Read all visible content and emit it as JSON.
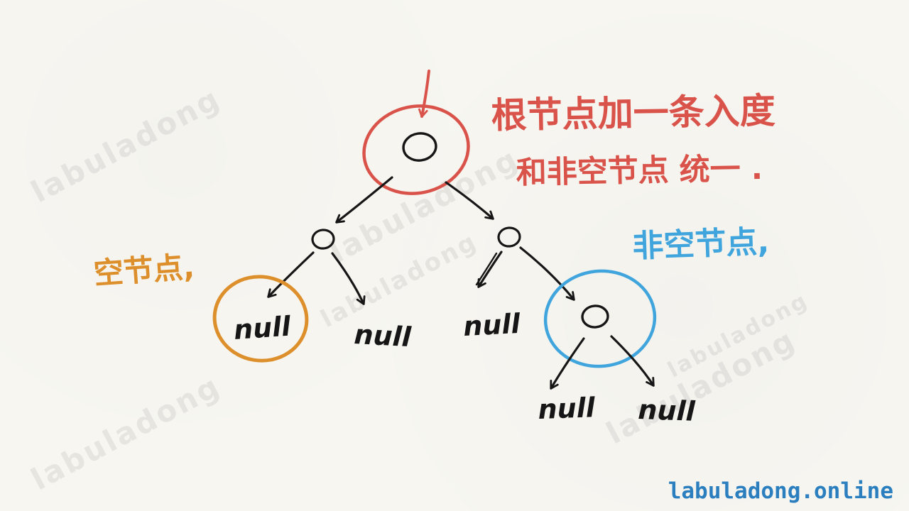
{
  "page": {
    "background": "#f7f6f1"
  },
  "diagram": {
    "annotations": {
      "root_line1": "根节点加一条入度",
      "root_line2": "和非空节点 统一 .",
      "empty_node": "空节点,",
      "nonempty_node": "非空节点,"
    },
    "null_labels": {
      "n1": "null",
      "n2": "null",
      "n3": "null",
      "n4": "null",
      "n5": "null"
    },
    "colors": {
      "red": "#d9534a",
      "orange": "#dd8f2b",
      "blue": "#41a5dd",
      "ink": "#161616"
    }
  },
  "watermark": {
    "text": "labuladong",
    "footer": "labuladong.online",
    "footer_color": "#2b7fbf"
  }
}
